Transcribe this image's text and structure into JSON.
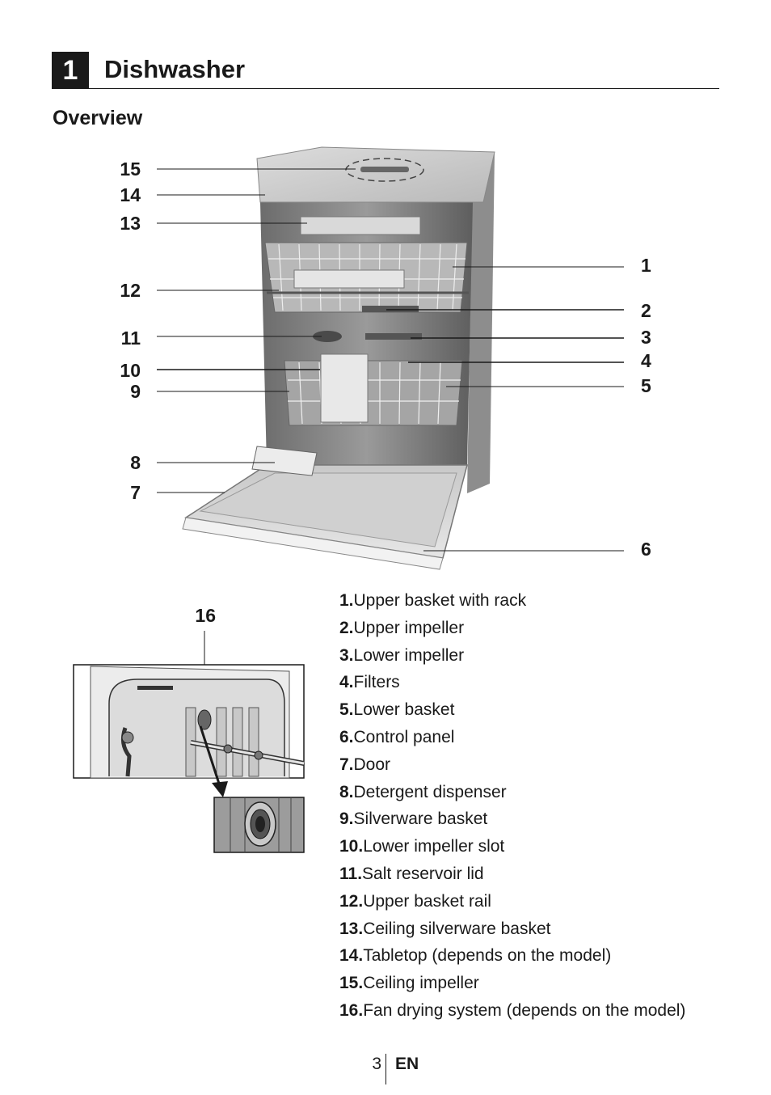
{
  "header": {
    "chapter_number": "1",
    "chapter_title": "Dishwasher"
  },
  "section_title": "Overview",
  "callouts": {
    "left": [
      "15",
      "14",
      "13",
      "12",
      "11",
      "10",
      "9",
      "8",
      "7"
    ],
    "right": [
      "1",
      "2",
      "3",
      "4",
      "5",
      "6"
    ],
    "inset": "16"
  },
  "legend": [
    {
      "num": "1.",
      "text": "Upper basket with rack"
    },
    {
      "num": "2.",
      "text": "Upper impeller"
    },
    {
      "num": "3.",
      "text": "Lower impeller"
    },
    {
      "num": "4.",
      "text": "Filters"
    },
    {
      "num": "5.",
      "text": "Lower basket"
    },
    {
      "num": "6.",
      "text": "Control panel"
    },
    {
      "num": "7.",
      "text": "Door"
    },
    {
      "num": "8.",
      "text": "Detergent dispenser"
    },
    {
      "num": "9.",
      "text": "Silverware basket"
    },
    {
      "num": "10.",
      "text": "Lower impeller slot"
    },
    {
      "num": "11.",
      "text": "Salt reservoir lid"
    },
    {
      "num": "12.",
      "text": "Upper basket rail"
    },
    {
      "num": "13.",
      "text": "Ceiling silverware basket"
    },
    {
      "num": "14.",
      "text": "Tabletop (depends on the model)"
    },
    {
      "num": "15.",
      "text": "Ceiling impeller"
    },
    {
      "num": "16.",
      "text": "Fan drying system (depends on the model)"
    }
  ],
  "footer": {
    "page_number": "3",
    "language": "EN"
  }
}
